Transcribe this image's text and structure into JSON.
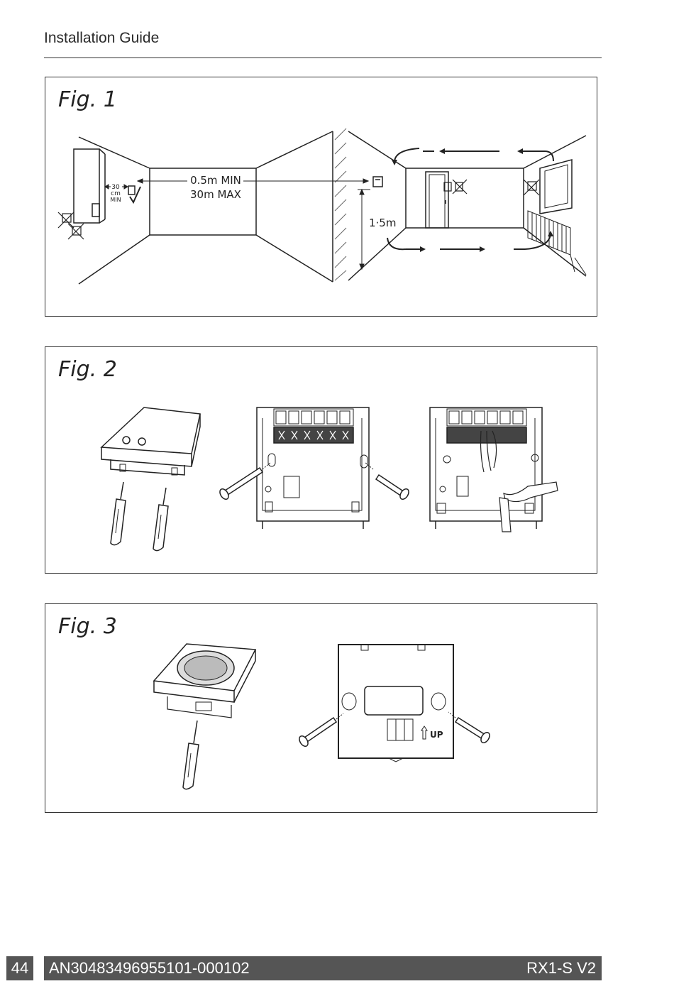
{
  "header": {
    "title": "Installation Guide"
  },
  "figures": [
    {
      "title": "Fig. 1",
      "labels": {
        "wall_gap_value": "30",
        "wall_gap_unit": "cm",
        "wall_gap_min": "MIN",
        "distance_min": "0.5m MIN",
        "distance_max": "30m MAX",
        "mount_height": "1·5m"
      }
    },
    {
      "title": "Fig. 2"
    },
    {
      "title": "Fig. 3",
      "labels": {
        "up_marker": "UP"
      }
    }
  ],
  "footer": {
    "page_number": "44",
    "document_code": "AN30483496955101-000102",
    "model": "RX1-S V2"
  }
}
